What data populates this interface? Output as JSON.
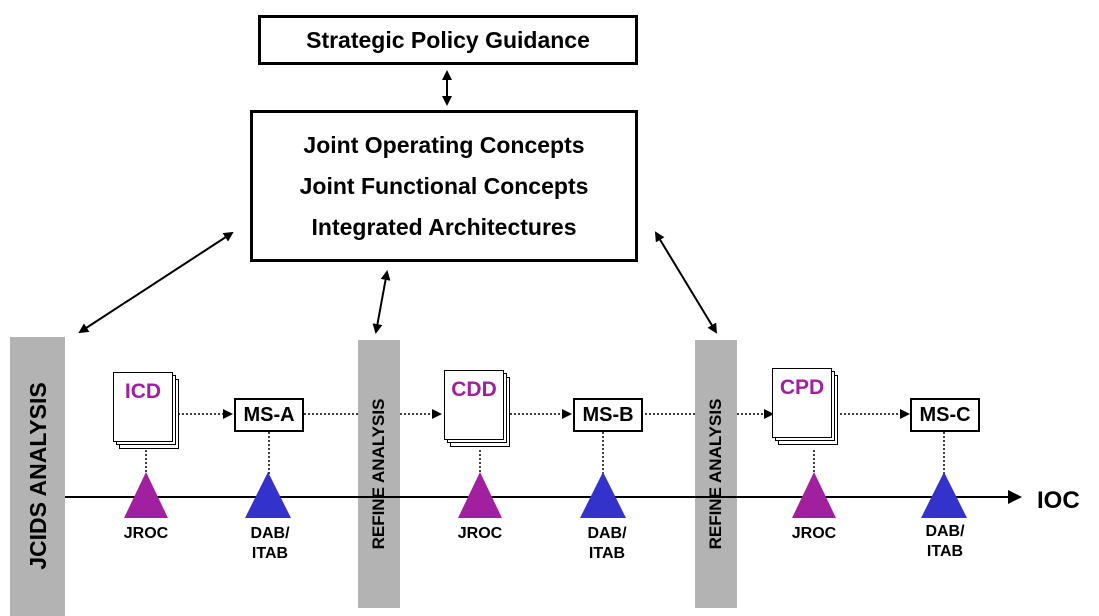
{
  "top_box": {
    "label": "Strategic Policy Guidance"
  },
  "concepts_box": {
    "lines": [
      "Joint Operating Concepts",
      "Joint Functional Concepts",
      "Integrated Architectures"
    ]
  },
  "bars": {
    "jcids": "JCIDS ANALYSIS",
    "refine1": "REFINE ANALYSIS",
    "refine2": "REFINE ANALYSIS"
  },
  "documents": [
    {
      "label": "ICD"
    },
    {
      "label": "CDD"
    },
    {
      "label": "CPD"
    }
  ],
  "milestones": [
    {
      "label": "MS-A"
    },
    {
      "label": "MS-B"
    },
    {
      "label": "MS-C"
    }
  ],
  "reviews": {
    "jroc": "JROC",
    "dab_line1": "DAB/",
    "dab_line2": "ITAB"
  },
  "endpoint": "IOC",
  "colors": {
    "purple": "#a020a0",
    "blue": "#3333cc",
    "bar": "#b3b3b3"
  }
}
